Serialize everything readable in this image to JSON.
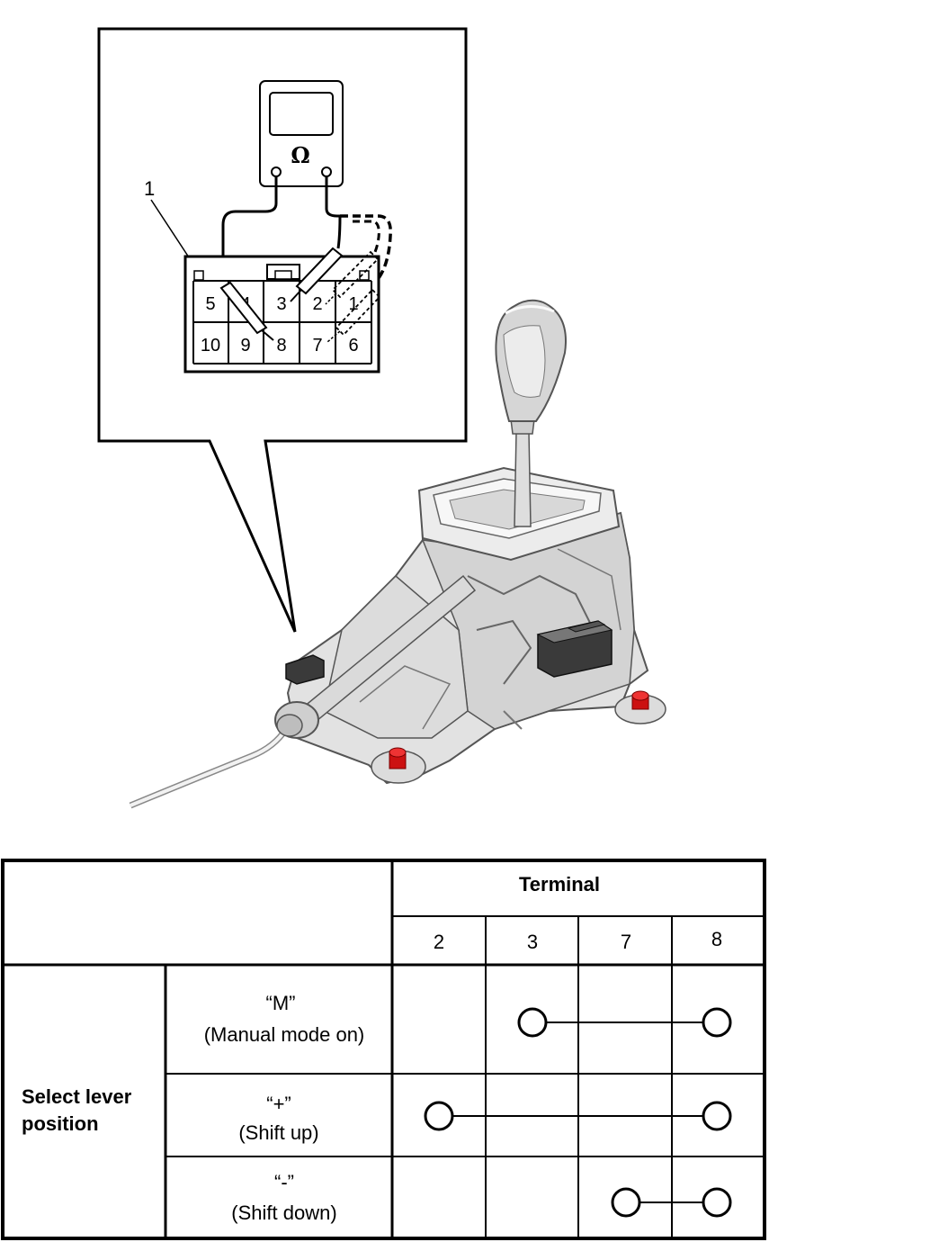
{
  "callout": {
    "meter_symbol": "Ω",
    "part_number": "1",
    "connector_terminals": [
      "5",
      "4",
      "3",
      "2",
      "1",
      "10",
      "9",
      "8",
      "7",
      "6"
    ]
  },
  "table": {
    "header": "Terminal",
    "terminals": [
      "2",
      "3",
      "7",
      "8"
    ],
    "row_group_label_line1": "Select lever",
    "row_group_label_line2": "position",
    "rows": [
      {
        "label": "“M”",
        "sublabel": "(Manual mode on)",
        "connected": [
          "3",
          "8"
        ]
      },
      {
        "label": "“+”",
        "sublabel": "(Shift up)",
        "connected": [
          "2",
          "8"
        ]
      },
      {
        "label": "“-”",
        "sublabel": "(Shift down)",
        "connected": [
          "7",
          "8"
        ]
      }
    ]
  }
}
